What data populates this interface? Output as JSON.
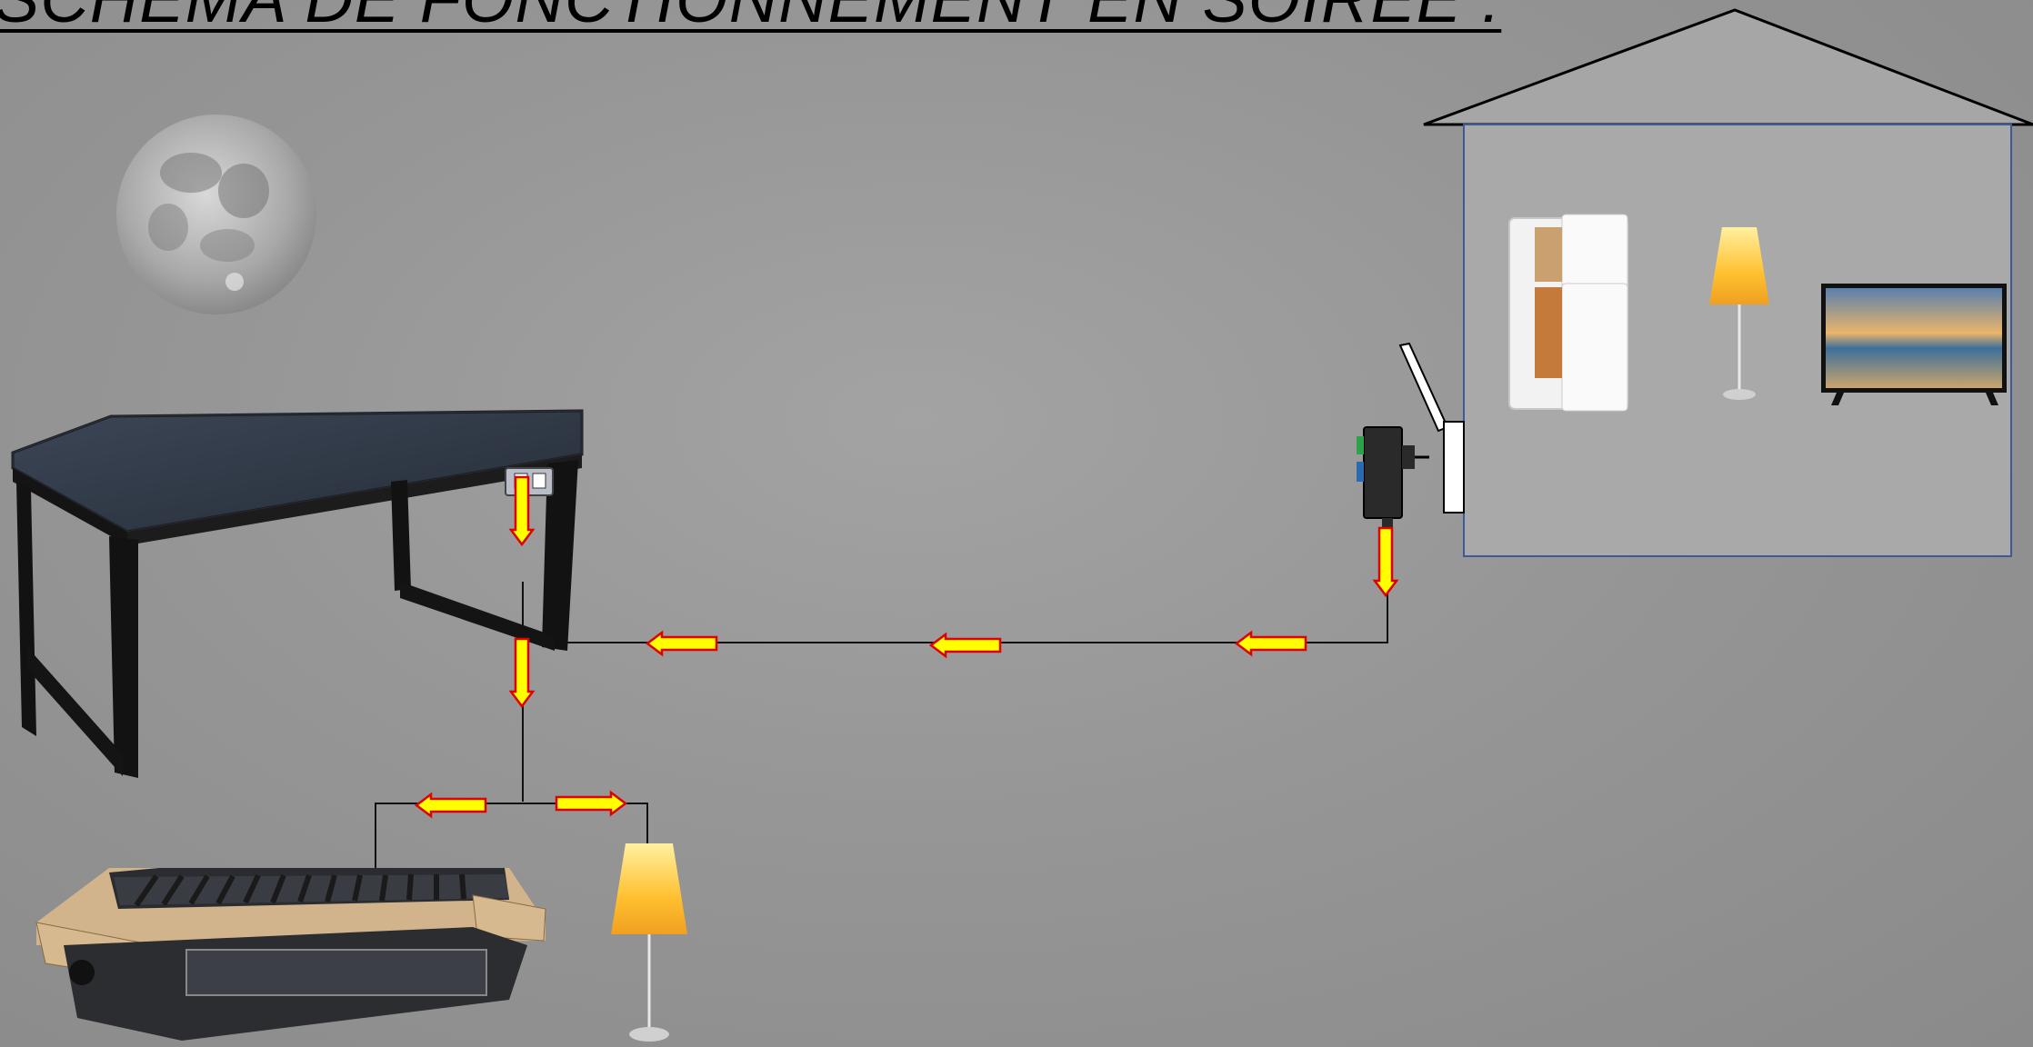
{
  "title": "SCHEMA DE FONCTIONNEMENT EN SOIREE :",
  "colors": {
    "background": "#969696",
    "house_fill": "#a9a9a9",
    "house_border": "#3a5a9a",
    "arrow_fill": "#ffff00",
    "arrow_stroke": "#e00000",
    "wire": "#111111",
    "lamp_shade": "#ffc030"
  },
  "icons": [
    "moon-icon",
    "solar-table-icon",
    "junction-box-icon",
    "grill-icon",
    "lamp-icon",
    "house-icon",
    "fridge-icon",
    "tv-icon",
    "plug-adapter-icon",
    "wall-socket-icon"
  ],
  "flow_arrows": [
    {
      "id": "table-down-1",
      "direction": "down"
    },
    {
      "id": "table-down-2",
      "direction": "down"
    },
    {
      "id": "to-grill",
      "direction": "left"
    },
    {
      "id": "to-lamp",
      "direction": "right"
    },
    {
      "id": "wire-left-1",
      "direction": "left"
    },
    {
      "id": "wire-left-2",
      "direction": "left"
    },
    {
      "id": "wire-left-3",
      "direction": "left"
    },
    {
      "id": "plug-down",
      "direction": "down"
    }
  ]
}
